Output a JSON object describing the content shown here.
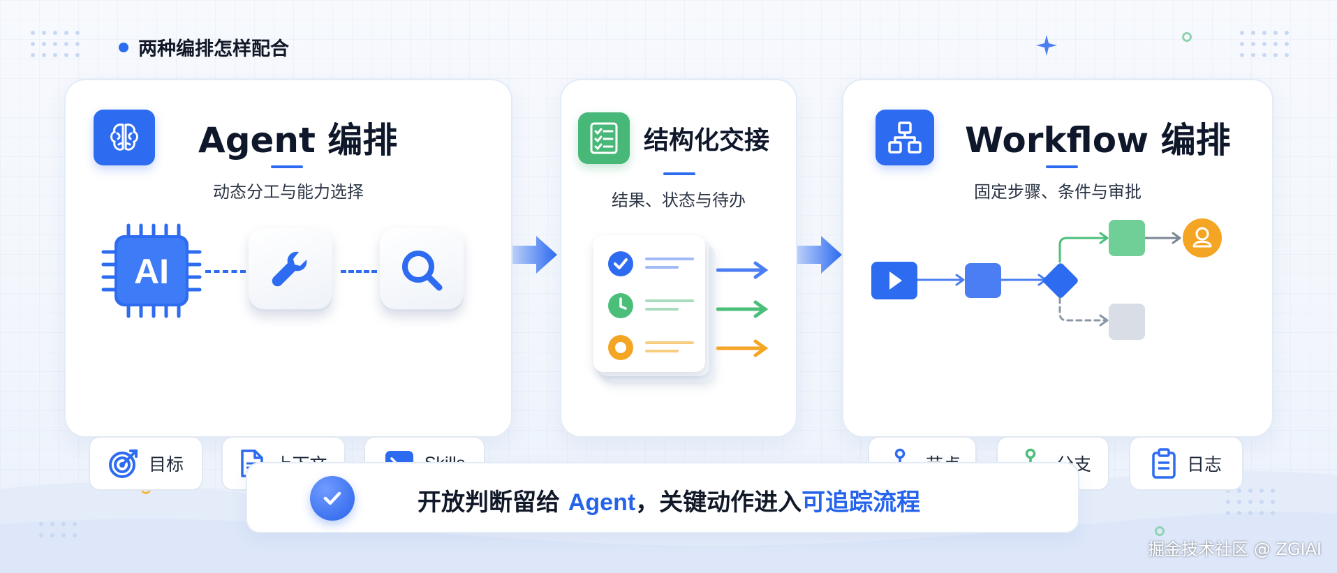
{
  "title": "两种编排怎样配合",
  "agent_card": {
    "title": "Agent 编排",
    "subtitle": "动态分工与能力选择",
    "chip_label": "AI",
    "chips": [
      "目标",
      "上下文",
      "Skills"
    ]
  },
  "handoff_card": {
    "title": "结构化交接",
    "subtitle": "结果、状态与待办"
  },
  "workflow_card": {
    "title": "Workflow 编排",
    "subtitle": "固定步骤、条件与审批",
    "chips": [
      "节点",
      "分支",
      "日志"
    ]
  },
  "bottom": {
    "part1": "开放判断留给 ",
    "agent": "Agent",
    "part2": "，关键动作进入",
    "highlight": "可追踪流程"
  },
  "watermark": "掘金技术社区 @ ZGIAI",
  "colors": {
    "accent": "#2d6bf0",
    "green": "#4bbf7a",
    "orange": "#f5a524",
    "gray": "#9aa4b2"
  },
  "icons": [
    "brain-icon",
    "checklist-icon",
    "flowchart-icon",
    "ai-chip-icon",
    "wrench-icon",
    "magnifier-icon",
    "target-icon",
    "document-icon",
    "terminal-icon",
    "node-icon",
    "branch-icon",
    "clipboard-icon",
    "check-icon",
    "play-icon",
    "user-icon",
    "sparkle-icon"
  ]
}
